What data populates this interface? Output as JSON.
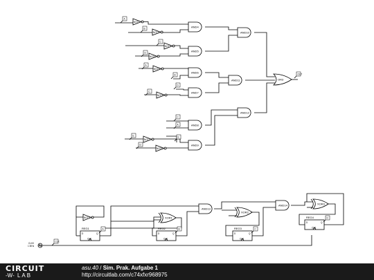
{
  "footer": {
    "logo_top": "CIRCUIT",
    "logo_bottom_mark": "-W-",
    "logo_bottom_text": "LAB",
    "user": "asu.40",
    "separator": " / ",
    "title": "Sim. Prak. Aufgabe 1",
    "url": "http://circuitlab.com/c74xfxr968975"
  },
  "schematic": {
    "inputs": [
      "A",
      "B",
      "C",
      "D",
      "A",
      "B",
      "C",
      "D",
      "C",
      "A",
      "E",
      "D",
      "E"
    ],
    "gates": {
      "not": [
        "NOT1",
        "NOT2",
        "NOT3",
        "NOT4",
        "NOT5",
        "NOT6",
        "NOT7",
        "NOT8",
        "NOT9",
        "NOT10",
        "NOT11",
        "NOT12"
      ],
      "and": [
        "AND4",
        "AND5",
        "AND6",
        "AND7",
        "AND8",
        "AND9",
        "AND10",
        "AND11",
        "AND12",
        "AND13",
        "AND14"
      ],
      "or": [
        "OR3"
      ],
      "xor": [
        "XOR1",
        "XOR2",
        "XOR3"
      ],
      "reg": [
        "REG1",
        "REG2",
        "REG3",
        "REG4"
      ]
    },
    "output": "OUT",
    "clock": {
      "name": "CLK0",
      "freq": "1 MHz",
      "flag": "CLK"
    },
    "reg_outputs": [
      "A",
      "B",
      "C",
      "D"
    ],
    "clk_pin": "CLK",
    "dq_d": "D",
    "dq_q": "Q"
  }
}
